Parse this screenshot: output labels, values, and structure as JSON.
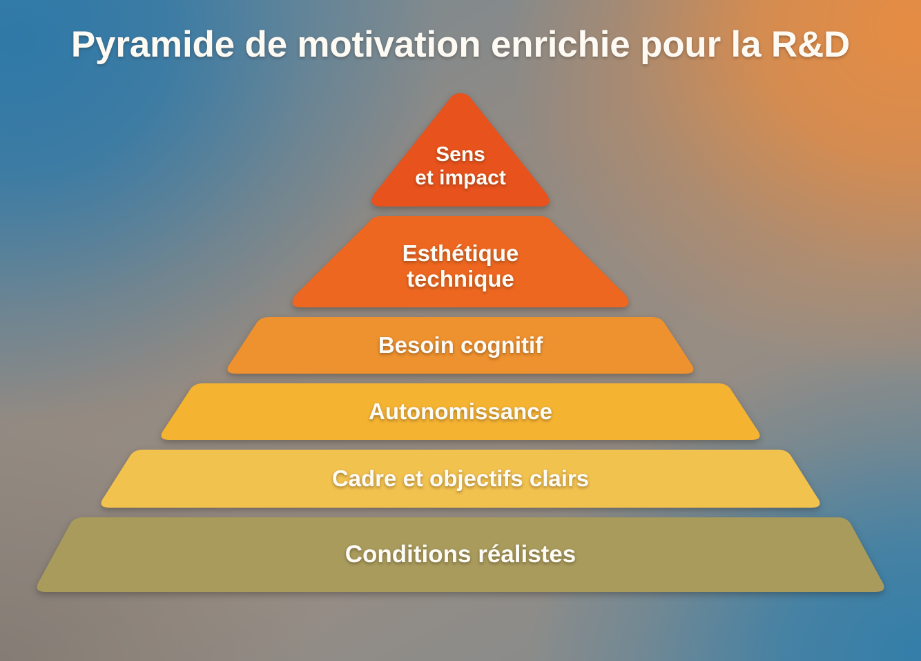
{
  "background": {
    "top_left_color": "#2d78a8",
    "top_right_color": "#e78c42",
    "bottom_right_color": "#327eaa",
    "bottom_left_color": "#807871",
    "mid_color": "#938a82"
  },
  "title": "Pyramide de motivation enrichie pour la R&D",
  "chart_data": {
    "type": "pyramid",
    "title": "Pyramide de motivation enrichie pour la R&D",
    "orientation": "top-is-highest-level",
    "levels_top_to_bottom": [
      {
        "rank": 1,
        "label": "Sens\net impact",
        "label_plain": "Sens et impact",
        "color": "#e8521c",
        "relative_width": 0.22
      },
      {
        "rank": 2,
        "label": "Esthétique\ntechnique",
        "label_plain": "Esthétique technique",
        "color": "#ee6720",
        "relative_width": 0.41
      },
      {
        "rank": 3,
        "label": "Besoin cognitif",
        "label_plain": "Besoin cognitif",
        "color": "#ee912f",
        "relative_width": 0.56
      },
      {
        "rank": 4,
        "label": "Autonomissance",
        "label_plain": "Autonomissance",
        "color": "#f5b332",
        "relative_width": 0.71
      },
      {
        "rank": 5,
        "label": "Cadre et objectifs clairs",
        "label_plain": "Cadre et objectifs clairs",
        "color": "#f2c24f",
        "relative_width": 0.85
      },
      {
        "rank": 6,
        "label": "Conditions réalistes",
        "label_plain": "Conditions réalistes",
        "color": "#a89b5c",
        "relative_width": 1.0
      }
    ],
    "legend": null,
    "xlabel": "",
    "ylabel": ""
  }
}
